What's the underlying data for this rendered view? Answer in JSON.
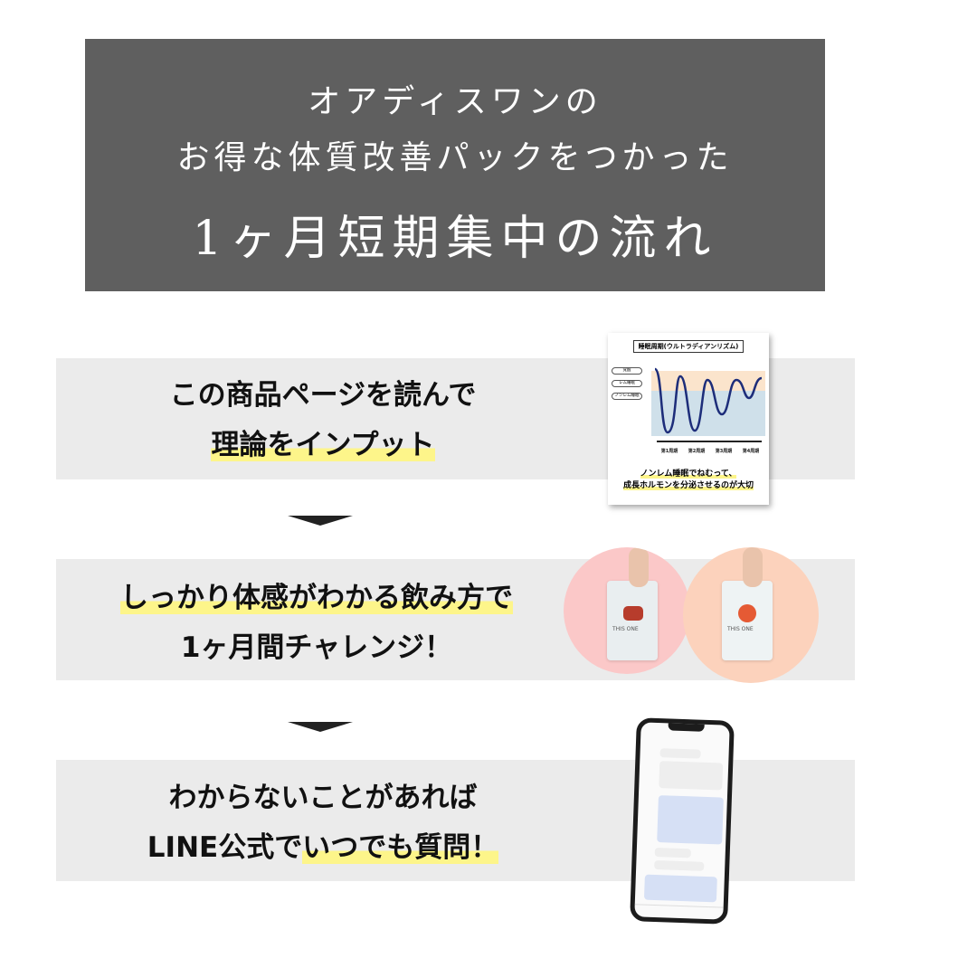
{
  "header": {
    "line1": "オアディスワンの",
    "line2": "お得な体質改善パックをつかった",
    "line3": "1ヶ月短期集中の流れ"
  },
  "steps": [
    {
      "line1": [
        {
          "text": "この商品ページを読んで",
          "hl": false
        }
      ],
      "line2": [
        {
          "text": "理論をインプット",
          "hl": true
        }
      ]
    },
    {
      "line1": [
        {
          "text": "しっかり体感がわかる飲み方で",
          "hl": true
        }
      ],
      "line2": [
        {
          "text": "1ヶ月間チャレンジ！",
          "hl": false
        }
      ]
    },
    {
      "line1": [
        {
          "text": "わからないことがあれば",
          "hl": false
        }
      ],
      "line2": [
        {
          "text": "LINE公式で",
          "hl": false
        },
        {
          "text": "いつでも質問！",
          "hl": true
        }
      ]
    }
  ],
  "chart_image": {
    "title": "睡眠周期(ウルトラディアンリズム)",
    "caption1": "ノンレム睡眠でねむって、",
    "caption2": "成長ホルモンを分泌させるのが大切",
    "labels": [
      "覚醒",
      "レム睡眠",
      "ノンレム睡眠"
    ],
    "cycles": [
      "第1周期",
      "第2周期",
      "第3周期",
      "第4周期"
    ]
  },
  "products": {
    "brand": "THIS ONE"
  },
  "colors": {
    "header_bg": "#5f5f5f",
    "band_bg": "#ebebeb",
    "highlight": "#fdf58a",
    "circle1": "#fbc8c8",
    "circle2": "#fcd2bc"
  }
}
